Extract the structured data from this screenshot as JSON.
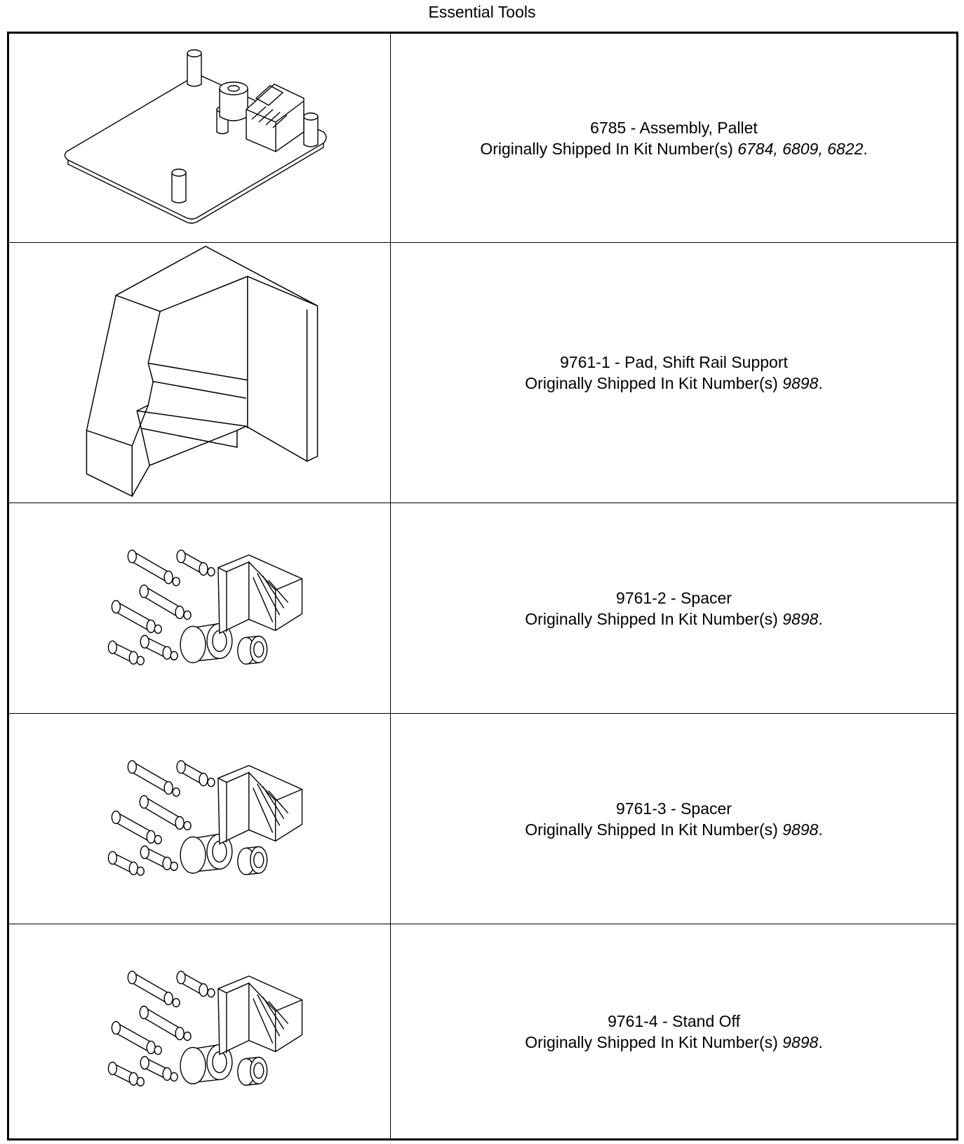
{
  "page": {
    "title": "Essential Tools"
  },
  "shipped_prefix": "Originally Shipped In Kit Number(s) ",
  "tools": [
    {
      "title": "6785 - Assembly, Pallet",
      "kits": "6784, 6809, 6822",
      "suffix": ".",
      "illustration": "pallet-assembly-drawing"
    },
    {
      "title": "9761-1 - Pad, Shift Rail Support",
      "kits": "9898",
      "suffix": ".",
      "illustration": "shift-rail-pad-drawing"
    },
    {
      "title": "9761-2 - Spacer",
      "kits": "9898",
      "suffix": ".",
      "illustration": "spacer-set-drawing"
    },
    {
      "title": "9761-3 - Spacer",
      "kits": "9898",
      "suffix": ".",
      "illustration": "spacer-set-drawing"
    },
    {
      "title": "9761-4 - Stand Off",
      "kits": "9898",
      "suffix": ".",
      "illustration": "spacer-set-drawing"
    }
  ]
}
